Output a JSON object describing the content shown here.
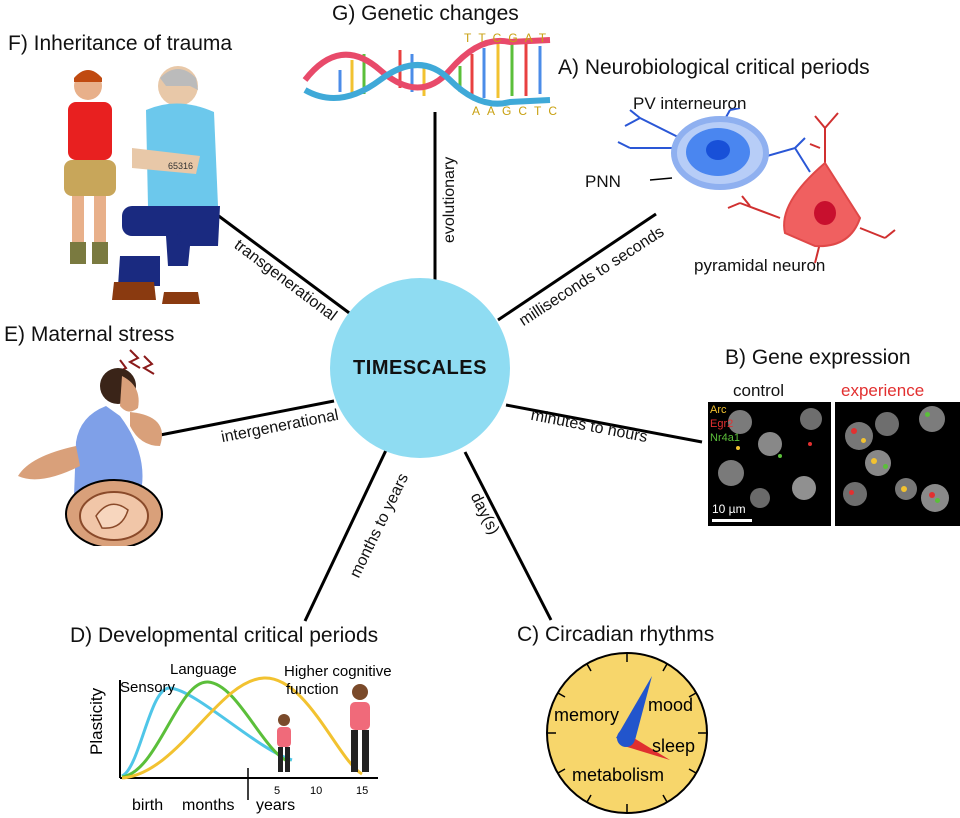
{
  "hub": {
    "label": "TIMESCALES"
  },
  "panels": {
    "a": {
      "title": "A) Neurobiological critical periods",
      "pv": "PV interneuron",
      "pnn": "PNN",
      "pyramidal": "pyramidal neuron"
    },
    "b": {
      "title": "B) Gene expression",
      "control": "control",
      "experience": "experience",
      "genes": [
        "Arc",
        "Egr2",
        "Nr4a1"
      ],
      "scale": "10 µm"
    },
    "c": {
      "title": "C) Circadian rhythms",
      "words": [
        "memory",
        "mood",
        "sleep",
        "metabolism"
      ]
    },
    "d": {
      "title": "D) Developmental critical periods",
      "ylabel": "Plasticity",
      "curves": [
        "Sensory",
        "Language",
        "Higher cognitive",
        "function"
      ],
      "ticks": [
        "5",
        "10",
        "15"
      ],
      "axis_words": [
        "birth",
        "months",
        "years"
      ]
    },
    "e": {
      "title": "E) Maternal stress"
    },
    "f": {
      "title": "F) Inheritance of trauma",
      "tattoo": "65316"
    },
    "g": {
      "title": "G) Genetic changes",
      "top_bases": "TTCGAT",
      "bottom_bases": "AAGCTC"
    }
  },
  "spokes": {
    "evolutionary": "evolutionary",
    "ms": "milliseconds to seconds",
    "min": "minutes to hours",
    "days": "day(s)",
    "months": "months to years",
    "inter": "intergenerational",
    "trans": "transgenerational"
  },
  "colors": {
    "hub": "#8fdcf2",
    "sensory": "#4fc6e8",
    "language": "#5bbf3a",
    "higher": "#f2c230",
    "pv": "#3b7cf0",
    "pyramidal": "#e84040",
    "clock": "#f7d66b",
    "experience": "#e23030"
  }
}
